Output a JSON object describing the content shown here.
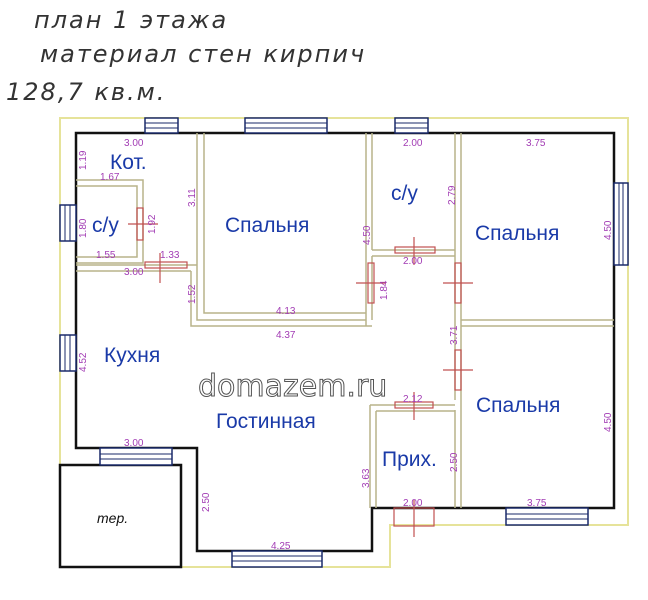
{
  "header": {
    "line1": "план 1 этажа",
    "line2": "материал стен кирпич",
    "line3": "128,7 кв.м."
  },
  "rooms": {
    "boiler": "Кот.",
    "wc1": "с/у",
    "bedroom1": "Спальня",
    "wc2": "с/у",
    "bedroom2": "Спальня",
    "kitchen": "Кухня",
    "living": "Гостинная",
    "hall": "Прих.",
    "bedroom3": "Спальня",
    "terrace": "тер."
  },
  "dimensions": [
    "3.00",
    "1.19",
    "1.67",
    "1.80",
    "1.92",
    "3.11",
    "1.55",
    "1.33",
    "3.00",
    "1.52",
    "4.13",
    "4.37",
    "2.00",
    "2.79",
    "4.50",
    "3.75",
    "4.50",
    "2.00",
    "1.84",
    "3.71",
    "4.52",
    "2.12",
    "2.50",
    "3.63",
    "4.50",
    "3.00",
    "2.50",
    "4.25",
    "2.00",
    "3.75"
  ],
  "watermark": "domazem.ru"
}
